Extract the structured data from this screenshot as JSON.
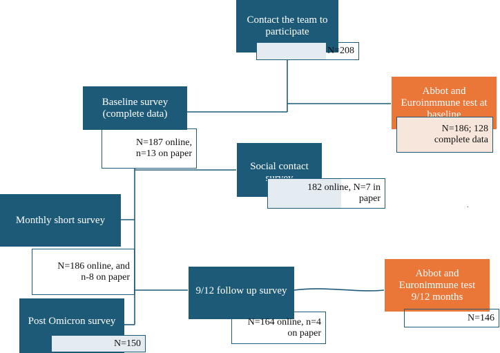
{
  "contact": {
    "title": "Contact the team to participate",
    "count": "N=208"
  },
  "baseline": {
    "title": "Baseline survey (complete data)",
    "count_line1": "N=187 online,",
    "count_line2": "n=13 on paper"
  },
  "abbot_baseline": {
    "title": "Abbot and Euroinmmune test at baseline",
    "count_line1": "N=186; 128",
    "count_line2": "complete data"
  },
  "social": {
    "title": "Social contact survey",
    "count_line1": "182 online, N=7 in",
    "count_line2": "paper"
  },
  "monthly": {
    "title": "Monthly short survey",
    "count_line1": "N=186 online, and",
    "count_line2": "n-8 on paper"
  },
  "followup": {
    "title": "9/12 follow up survey",
    "count_line1": "N=164 online, n=4",
    "count_line2": "on paper"
  },
  "abbot_followup": {
    "title": "Abbot and Euronimmune test 9/12 months",
    "count": "N=146"
  },
  "omicron": {
    "title": "Post Omicron survey",
    "count": "N=150"
  },
  "colors": {
    "teal": "#1c5a77",
    "orange": "#ea7637",
    "count_shade": "#e4ebf1"
  }
}
